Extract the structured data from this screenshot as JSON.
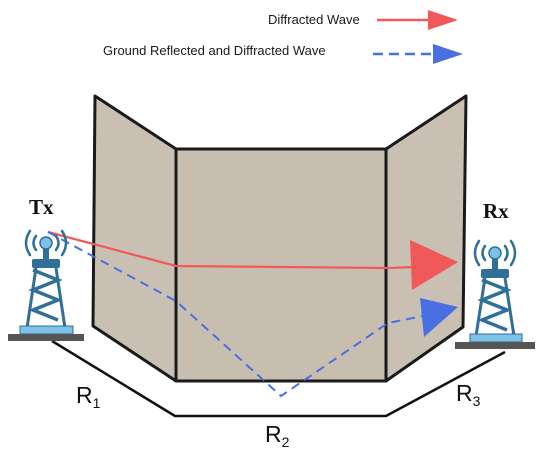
{
  "legend": {
    "diffracted": {
      "label": "Diffracted Wave",
      "color": "#f0585a"
    },
    "ground": {
      "label": "Ground Reflected and Diffracted Wave",
      "color": "#4a6fe3"
    }
  },
  "labels": {
    "tx": "Tx",
    "rx": "Rx",
    "r1": {
      "letter": "R",
      "sub": "1"
    },
    "r2": {
      "letter": "R",
      "sub": "2"
    },
    "r3": {
      "letter": "R",
      "sub": "3"
    }
  },
  "colors": {
    "wall": "#c9c0b3",
    "wall_edge": "#1a1a1a",
    "tower": "#2f6f98",
    "tower_light": "#7ec0e6",
    "ground": "#555555"
  }
}
